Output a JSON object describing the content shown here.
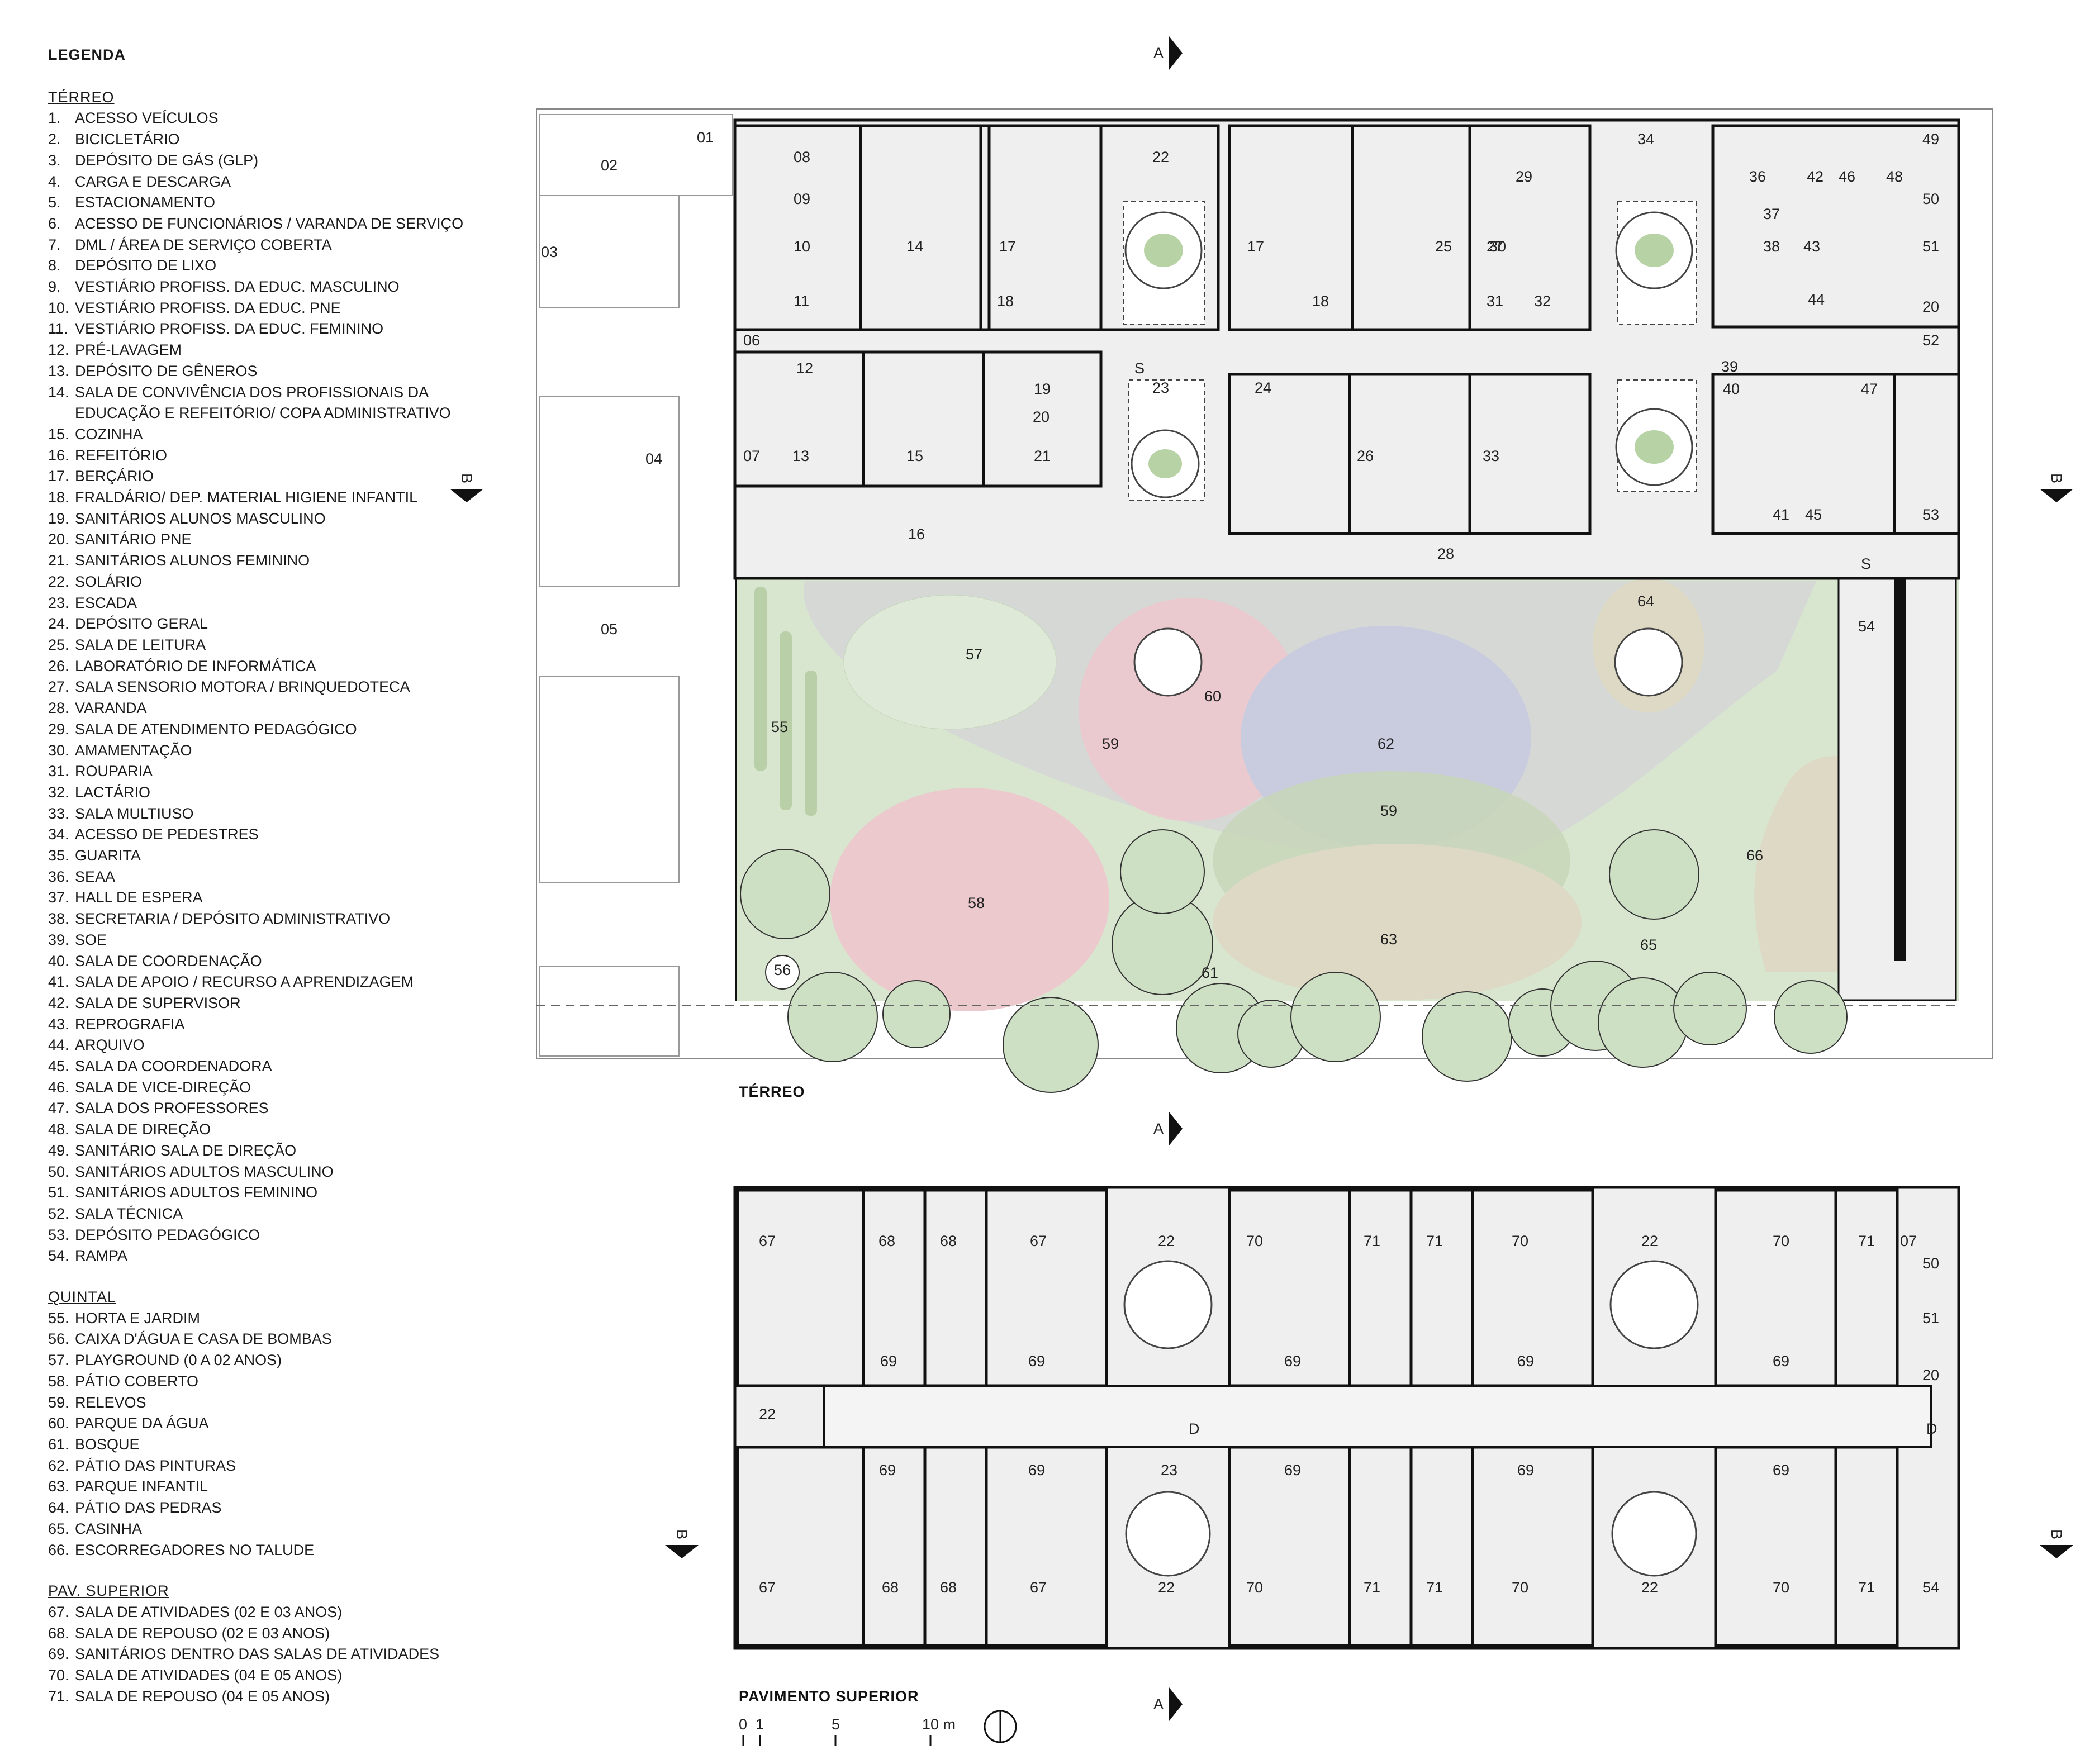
{
  "legend": {
    "title": "LEGENDA",
    "sections": [
      {
        "title": "TÉRREO",
        "items": [
          {
            "n": "1.",
            "t": "ACESSO VEÍCULOS"
          },
          {
            "n": "2.",
            "t": "BICICLETÁRIO"
          },
          {
            "n": "3.",
            "t": "DEPÓSITO DE GÁS (GLP)"
          },
          {
            "n": "4.",
            "t": "CARGA E DESCARGA"
          },
          {
            "n": "5.",
            "t": "ESTACIONAMENTO"
          },
          {
            "n": "6.",
            "t": "ACESSO DE FUNCIONÁRIOS / VARANDA DE SERVIÇO"
          },
          {
            "n": "7.",
            "t": "DML /  ÁREA DE SERVIÇO COBERTA"
          },
          {
            "n": "8.",
            "t": "DEPÓSITO DE LIXO"
          },
          {
            "n": "9.",
            "t": "VESTIÁRIO PROFISS. DA EDUC. MASCULINO"
          },
          {
            "n": "10.",
            "t": "VESTIÁRIO PROFISS. DA EDUC. PNE"
          },
          {
            "n": "11.",
            "t": "VESTIÁRIO PROFISS. DA EDUC. FEMININO"
          },
          {
            "n": "12.",
            "t": "PRÉ-LAVAGEM"
          },
          {
            "n": "13.",
            "t": "DEPÓSITO DE GÊNEROS"
          },
          {
            "n": "14.",
            "t": "SALA DE CONVIVÊNCIA DOS PROFISSIONAIS DA EDUCAÇÃO E REFEITÓRIO/ COPA ADMINISTRATIVO"
          },
          {
            "n": "15.",
            "t": "COZINHA"
          },
          {
            "n": "16.",
            "t": "REFEITÓRIO"
          },
          {
            "n": "17.",
            "t": "BERÇÁRIO"
          },
          {
            "n": "18.",
            "t": "FRALDÁRIO/ DEP. MATERIAL HIGIENE INFANTIL"
          },
          {
            "n": "19.",
            "t": "SANITÁRIOS ALUNOS MASCULINO"
          },
          {
            "n": "20.",
            "t": "SANITÁRIO PNE"
          },
          {
            "n": "21.",
            "t": "SANITÁRIOS ALUNOS FEMININO"
          },
          {
            "n": "22.",
            "t": "SOLÁRIO"
          },
          {
            "n": "23.",
            "t": "ESCADA"
          },
          {
            "n": "24.",
            "t": "DEPÓSITO GERAL"
          },
          {
            "n": "25.",
            "t": "SALA DE LEITURA"
          },
          {
            "n": "26.",
            "t": "LABORATÓRIO DE INFORMÁTICA"
          },
          {
            "n": "27.",
            "t": "SALA SENSORIO MOTORA / BRINQUEDOTECA"
          },
          {
            "n": "28.",
            "t": "VARANDA"
          },
          {
            "n": "29.",
            "t": "SALA DE ATENDIMENTO PEDAGÓGICO"
          },
          {
            "n": "30.",
            "t": "AMAMENTAÇÃO"
          },
          {
            "n": "31.",
            "t": "ROUPARIA"
          },
          {
            "n": "32.",
            "t": "LACTÁRIO"
          },
          {
            "n": "33.",
            "t": "SALA MULTIUSO"
          },
          {
            "n": "34.",
            "t": "ACESSO DE PEDESTRES"
          },
          {
            "n": "35.",
            "t": "GUARITA"
          },
          {
            "n": "36.",
            "t": "SEAA"
          },
          {
            "n": "37.",
            "t": "HALL DE ESPERA"
          },
          {
            "n": "38.",
            "t": "SECRETARIA / DEPÓSITO ADMINISTRATIVO"
          },
          {
            "n": "39.",
            "t": "SOE"
          },
          {
            "n": "40.",
            "t": "SALA DE COORDENAÇÃO"
          },
          {
            "n": "41.",
            "t": "SALA DE APOIO / RECURSO A APRENDIZAGEM"
          },
          {
            "n": "42.",
            "t": "SALA DE SUPERVISOR"
          },
          {
            "n": "43.",
            "t": "REPROGRAFIA"
          },
          {
            "n": "44.",
            "t": "ARQUIVO"
          },
          {
            "n": "45.",
            "t": "SALA DA COORDENADORA"
          },
          {
            "n": "46.",
            "t": "SALA DE VICE-DIREÇÃO"
          },
          {
            "n": "47.",
            "t": "SALA DOS PROFESSORES"
          },
          {
            "n": "48.",
            "t": "SALA DE DIREÇÃO"
          },
          {
            "n": "49.",
            "t": "SANITÁRIO SALA DE DIREÇÃO"
          },
          {
            "n": "50.",
            "t": "SANITÁRIOS ADULTOS MASCULINO"
          },
          {
            "n": "51.",
            "t": "SANITÁRIOS ADULTOS FEMININO"
          },
          {
            "n": "52.",
            "t": "SALA TÉCNICA"
          },
          {
            "n": "53.",
            "t": "DEPÓSITO PEDAGÓGICO"
          },
          {
            "n": "54.",
            "t": "RAMPA"
          }
        ]
      },
      {
        "title": "QUINTAL",
        "items": [
          {
            "n": "55.",
            "t": "HORTA E JARDIM"
          },
          {
            "n": "56.",
            "t": "CAIXA D'ÁGUA E CASA DE BOMBAS"
          },
          {
            "n": "57.",
            "t": "PLAYGROUND (0 A 02 ANOS)"
          },
          {
            "n": "58.",
            "t": "PÁTIO COBERTO"
          },
          {
            "n": "59.",
            "t": "RELEVOS"
          },
          {
            "n": "60.",
            "t": "PARQUE DA ÁGUA"
          },
          {
            "n": "61.",
            "t": "BOSQUE"
          },
          {
            "n": "62.",
            "t": "PÁTIO DAS PINTURAS"
          },
          {
            "n": "63.",
            "t": "PARQUE INFANTIL"
          },
          {
            "n": "64.",
            "t": "PÁTIO DAS PEDRAS"
          },
          {
            "n": "65.",
            "t": "CASINHA"
          },
          {
            "n": "66.",
            "t": "ESCORREGADORES NO TALUDE"
          }
        ]
      },
      {
        "title": "PAV. SUPERIOR",
        "items": [
          {
            "n": "67.",
            "t": "SALA DE ATIVIDADES (02 E 03 ANOS)"
          },
          {
            "n": "68.",
            "t": "SALA DE REPOUSO (02 E 03 ANOS)"
          },
          {
            "n": "69.",
            "t": "SANITÁRIOS DENTRO DAS SALAS DE ATIVIDADES"
          },
          {
            "n": "70.",
            "t": "SALA DE ATIVIDADES (04 E 05 ANOS)"
          },
          {
            "n": "71.",
            "t": "SALA DE REPOUSO (04 E 05 ANOS)"
          }
        ]
      }
    ]
  },
  "plans": {
    "ground_title": "TÉRREO",
    "upper_title": "PAVIMENTO SUPERIOR",
    "section_marks": {
      "a": "A",
      "b": "B"
    },
    "stair_marks": {
      "s": "S",
      "d": "D"
    },
    "scale_labels": [
      "0",
      "1",
      "5",
      "10 m"
    ]
  },
  "ground_rooms": [
    "01",
    "02",
    "03",
    "04",
    "05",
    "06",
    "07",
    "08",
    "09",
    "10",
    "11",
    "12",
    "13",
    "14",
    "15",
    "16",
    "17",
    "17",
    "18",
    "18",
    "19",
    "20",
    "21",
    "22",
    "23",
    "24",
    "25",
    "26",
    "27",
    "28",
    "29",
    "30",
    "31",
    "32",
    "33",
    "34",
    "36",
    "37",
    "38",
    "39",
    "40",
    "41",
    "42",
    "43",
    "44",
    "45",
    "46",
    "47",
    "48",
    "49",
    "50",
    "51",
    "20",
    "52",
    "53",
    "54",
    "55",
    "56",
    "57",
    "58",
    "59",
    "59",
    "60",
    "61",
    "62",
    "63",
    "64",
    "65",
    "66"
  ],
  "upper_rooms": [
    "67",
    "68",
    "68",
    "67",
    "22",
    "70",
    "71",
    "71",
    "70",
    "22",
    "70",
    "71",
    "07",
    "50",
    "51",
    "20",
    "69",
    "69",
    "69",
    "69",
    "69",
    "22",
    "69",
    "69",
    "23",
    "69",
    "69",
    "69",
    "67",
    "68",
    "68",
    "67",
    "22",
    "70",
    "71",
    "71",
    "70",
    "22",
    "70",
    "71",
    "54"
  ],
  "colors": {
    "wall": "#111111",
    "floor": "#efefef",
    "garden": "#d8e6cf",
    "path": "#d4d4d4",
    "pink": "#ecc9cd",
    "lavender": "#c9ccdf",
    "olive": "#ddd9c4",
    "tree": "#cde0c3"
  }
}
